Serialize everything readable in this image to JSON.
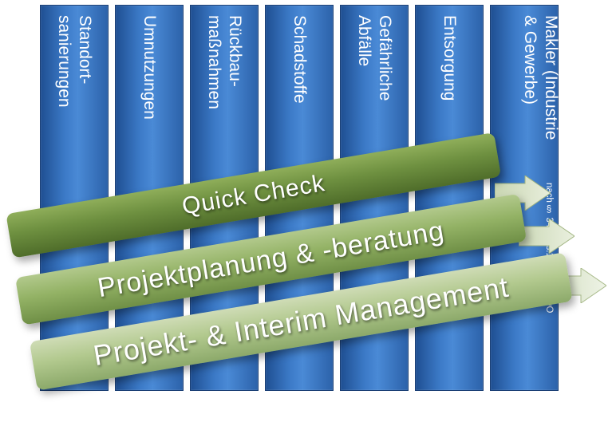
{
  "columns": [
    {
      "label": "Standort-\nsanierungen"
    },
    {
      "label": "Umnutzungen"
    },
    {
      "label": "Rückbau-\nmaßnahmen"
    },
    {
      "label": "Schadstoffe"
    },
    {
      "label": "Gefährliche\nAbfälle"
    },
    {
      "label": "Entsorgung"
    },
    {
      "label": "Makler (Industrie\n& Gewerbe)",
      "note": "nach § 34c Abs.1 Nr. 1a GewO"
    }
  ],
  "bands": [
    {
      "label": "Quick Check"
    },
    {
      "label": "Projektplanung & -beratung"
    },
    {
      "label": "Projekt- & Interim Management"
    }
  ],
  "colors": {
    "column_blue": "#3b79c6",
    "band_dark_green": "#6e9040",
    "band_mid_green": "#93b265",
    "band_light_green": "#b2c98e"
  }
}
